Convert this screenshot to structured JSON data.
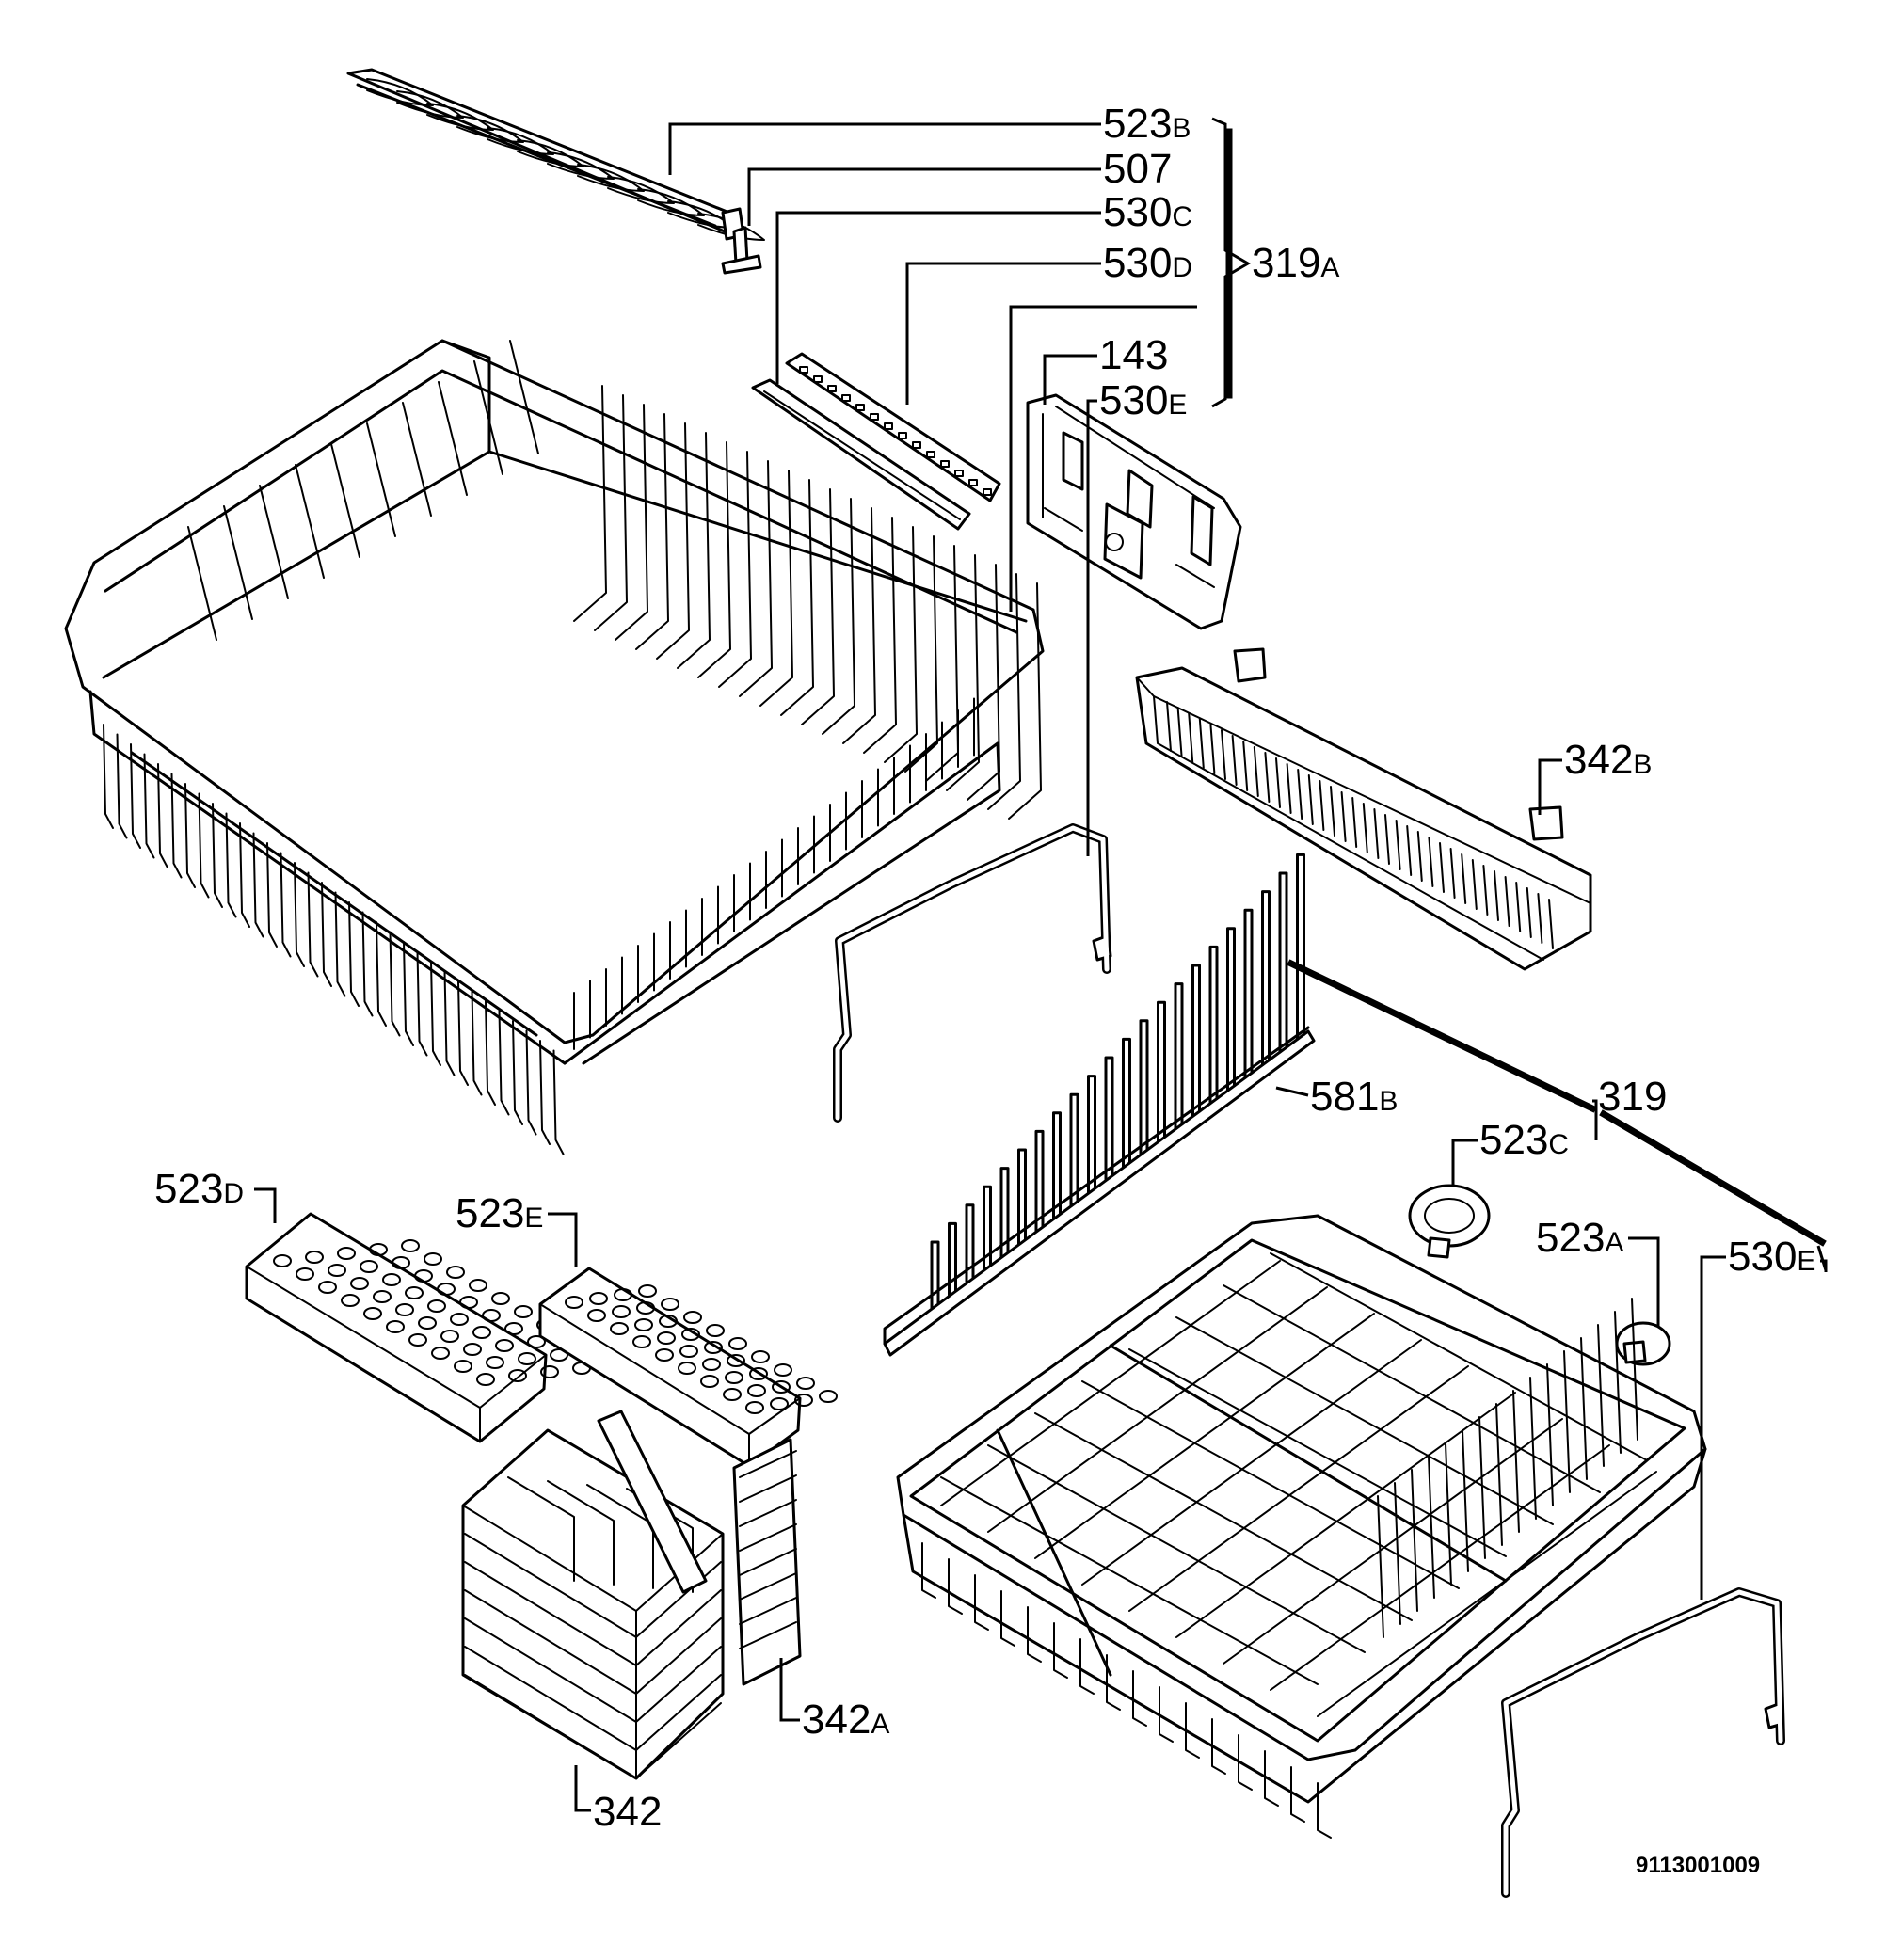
{
  "diagram_code": "9113001009",
  "labels": [
    {
      "id": "523B",
      "main": "523",
      "suffix": "B"
    },
    {
      "id": "507",
      "main": "507",
      "suffix": ""
    },
    {
      "id": "530C",
      "main": "530",
      "suffix": "C"
    },
    {
      "id": "530D",
      "main": "530",
      "suffix": "D"
    },
    {
      "id": "319A",
      "main": "319",
      "suffix": "A"
    },
    {
      "id": "143",
      "main": "143",
      "suffix": ""
    },
    {
      "id": "530E_top",
      "main": "530",
      "suffix": "E"
    },
    {
      "id": "342B",
      "main": "342",
      "suffix": "B"
    },
    {
      "id": "581B",
      "main": "581",
      "suffix": "B"
    },
    {
      "id": "319",
      "main": "319",
      "suffix": ""
    },
    {
      "id": "523C",
      "main": "523",
      "suffix": "C"
    },
    {
      "id": "523A",
      "main": "523",
      "suffix": "A"
    },
    {
      "id": "530E_bottom",
      "main": "530",
      "suffix": "E"
    },
    {
      "id": "523D",
      "main": "523",
      "suffix": "D"
    },
    {
      "id": "523E",
      "main": "523",
      "suffix": "E"
    },
    {
      "id": "342A",
      "main": "342",
      "suffix": "A"
    },
    {
      "id": "342",
      "main": "342",
      "suffix": ""
    }
  ]
}
